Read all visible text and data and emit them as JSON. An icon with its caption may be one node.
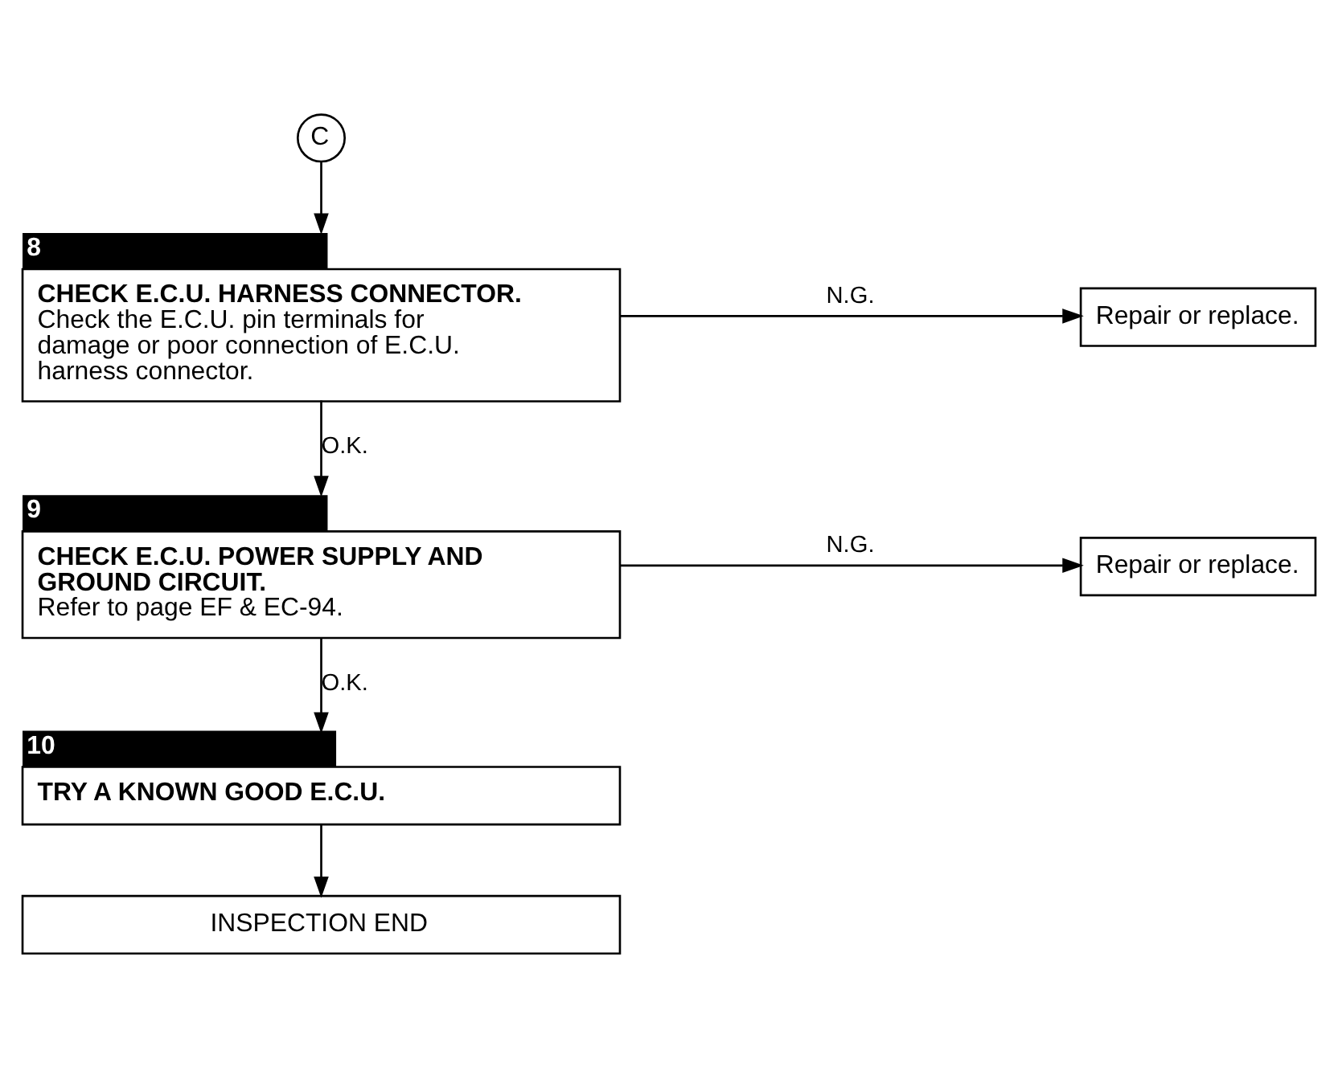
{
  "diagram": {
    "nodes": [
      {
        "text": [
          "C"
        ]
      },
      {
        "text": [
          "CHECK E.C.U. HARNESS CONNECTOR.",
          "Check the E.C.U. pin terminals for damage or poor connection of E.C.U. harness connector."
        ],
        "beside": [
          "8"
        ]
      },
      {
        "text": [
          "Repair or replace."
        ]
      },
      {
        "text": [
          "CHECK E.C.U. POWER SUPPLY AND GROUND CIRCUIT.",
          "Refer to page EF & EC-94."
        ],
        "beside": [
          "9"
        ]
      },
      {
        "text": [
          "Repair or replace."
        ]
      },
      {
        "text": [
          "TRY A KNOWN GOOD E.C.U."
        ],
        "beside": [
          "10"
        ]
      },
      {
        "text": [
          "INSPECTION END"
        ]
      }
    ],
    "edges": [
      {
        "from": 0,
        "to": 1,
        "arrow": "to"
      },
      {
        "from": 1,
        "to": 2,
        "arrow": "to",
        "label": "N.G."
      },
      {
        "from": 1,
        "to": 3,
        "arrow": "to",
        "label": "O.K."
      },
      {
        "from": 3,
        "to": 4,
        "arrow": "to",
        "label": "N.G."
      },
      {
        "from": 3,
        "to": 5,
        "arrow": "to",
        "label": "O.K."
      },
      {
        "from": 5,
        "to": 6,
        "arrow": "to"
      }
    ]
  }
}
